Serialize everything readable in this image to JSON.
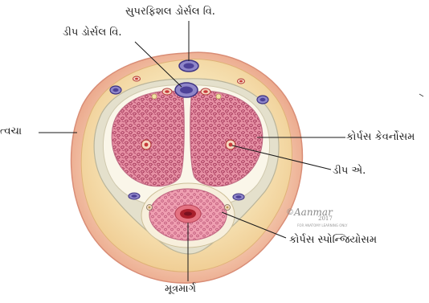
{
  "labels": {
    "superficial_dorsal_vein": "સુપરફિશલ ડોર્સલ વિ.",
    "deep_dorsal_vein": "ડીપ ડોર્સલ વિ.",
    "skin": "ત્વચા",
    "corpus_cavernosum": "કોર્પસ કેવર્નોસમ",
    "deep_artery": "ડીપ એ.",
    "corpus_spongiosum": "કોર્પસ સ્પોન્જિયોસમ",
    "urethra": "મૂત્રમાર્ગ"
  },
  "signature": {
    "copyright": "©",
    "name": "Aanmar",
    "year": "2017",
    "fine_print": "FOR ANATOMY LEARNING ONLY"
  },
  "colors": {
    "skin_outer": "#f4c2a5",
    "fat_layer": "#f3d8a2",
    "fascia": "#e2dfce",
    "tunica": "#f8f4e6",
    "erectile_tissue": "#e58fa2",
    "erectile_pattern": "#9c2e52",
    "vein": "#6d5fb0",
    "artery": "#c83a3a",
    "leader_line": "#1a1a1a"
  }
}
